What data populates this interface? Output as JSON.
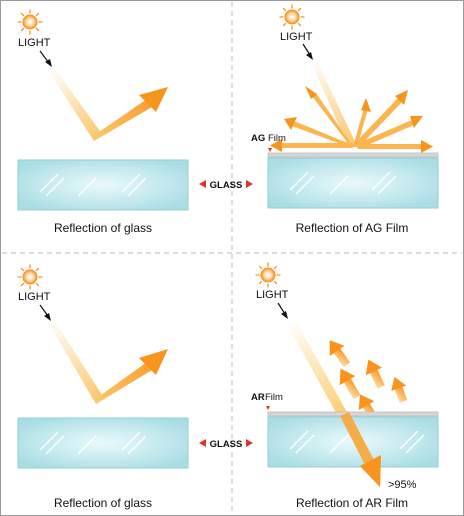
{
  "panels": {
    "top_left": {
      "light_label": "LIGHT",
      "caption": "Reflection of glass"
    },
    "top_right": {
      "light_label": "LIGHT",
      "film_label_bold": "AG",
      "film_label_rest": "Film",
      "caption": "Reflection of AG Film"
    },
    "bottom_left": {
      "light_label": "LIGHT",
      "caption": "Reflection of glass"
    },
    "bottom_right": {
      "light_label": "LIGHT",
      "film_label_bold": "AR",
      "film_label_rest": "Film",
      "transmission_label": ">95%",
      "caption": "Reflection of AR Film"
    }
  },
  "center": {
    "glass_label_top": "GLASS",
    "glass_label_bottom": "GLASS"
  },
  "icons": [
    "sun-icon",
    "pointer-arrow-icon",
    "red-triangle-icon"
  ],
  "colors": {
    "frame": "#9a9a9a",
    "divider": "#b8b8b8",
    "glass": "#b9e6ec",
    "glass_edge": "#97cdd5",
    "film": "#bdbdbd",
    "arrow_orange": "#f7941d",
    "arrow_light": "#fde9b8",
    "sun": "#f7941d",
    "marker_red": "#e0322d"
  }
}
